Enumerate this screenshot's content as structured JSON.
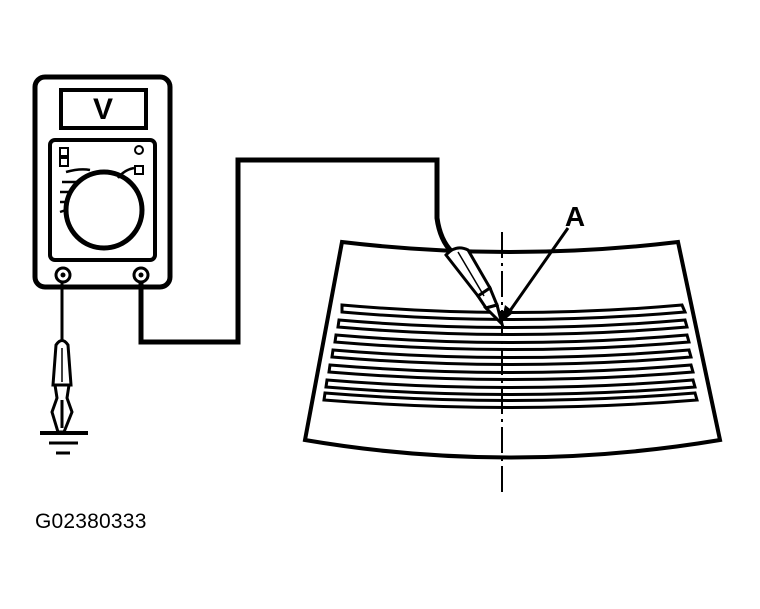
{
  "meter": {
    "display_symbol": "V",
    "icon": "voltmeter-icon"
  },
  "callout": {
    "label": "A"
  },
  "caption": {
    "figure_id": "G02380333"
  },
  "colors": {
    "ink": "#000000",
    "paper": "#ffffff"
  }
}
